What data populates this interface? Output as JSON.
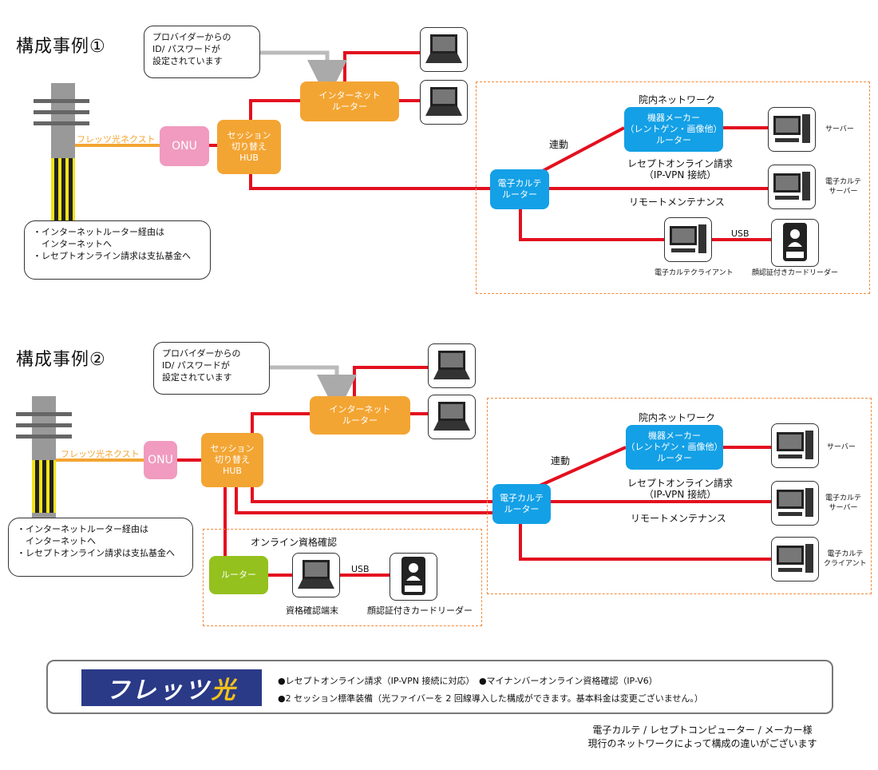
{
  "cases": [
    {
      "title": "構成事例①",
      "provider_note": [
        "プロバイダーからの",
        "ID/ パスワードが",
        "設定されています"
      ],
      "fiber_label": "フレッツ光ネクスト",
      "onu": "ONU",
      "hub": [
        "セッション",
        "切り替え",
        "HUB"
      ],
      "internet_router": [
        "インターネット",
        "ルーター"
      ],
      "in_hospital_network": "院内ネットワーク",
      "vendor_router": [
        "機器メーカー",
        "（レントゲン・画像他）",
        "ルーター"
      ],
      "emr_router": [
        "電子カルテ",
        "ルーター"
      ],
      "linked": "連動",
      "receipt": [
        "レセプトオンライン請求",
        "（IP-VPN 接続）"
      ],
      "remote": "リモートメンテナンス",
      "server": "サーバー",
      "emr_server": [
        "電子カルテ",
        "サーバー"
      ],
      "emr_client": "電子カルテクライアント",
      "usb": "USB",
      "card_reader": "顔認証付きカードリーダー",
      "note": [
        "・インターネットルーター経由は",
        "　インターネットへ",
        "・レセプトオンライン請求は支払基金へ"
      ]
    },
    {
      "title": "構成事例②",
      "provider_note": [
        "プロバイダーからの",
        "ID/ パスワードが",
        "設定されています"
      ],
      "fiber_label": "フレッツ光ネクスト",
      "onu": "ONU",
      "hub": [
        "セッション",
        "切り替え",
        "HUB"
      ],
      "internet_router": [
        "インターネット",
        "ルーター"
      ],
      "in_hospital_network": "院内ネットワーク",
      "vendor_router": [
        "機器メーカー",
        "（レントゲン・画像他）",
        "ルーター"
      ],
      "emr_router": [
        "電子カルテ",
        "ルーター"
      ],
      "linked": "連動",
      "receipt": [
        "レセプトオンライン請求",
        "（IP-VPN 接続）"
      ],
      "remote": "リモートメンテナンス",
      "server": "サーバー",
      "emr_server": [
        "電子カルテ",
        "サーバー"
      ],
      "emr_client": [
        "電子カルテ",
        "クライアント"
      ],
      "online_qualification": "オンライン資格確認",
      "router": "ルーター",
      "qualification_terminal": "資格確認端末",
      "usb": "USB",
      "card_reader": "顔認証付きカードリーダー",
      "note": [
        "・インターネットルーター経由は",
        "　インターネットへ",
        "・レセプトオンライン請求は支払基金へ"
      ]
    }
  ],
  "legend": {
    "logo_main": "フレッツ",
    "logo_hi": "光",
    "line1": "●レセプトオンライン請求（IP-VPN 接続に対応）　●マイナンバーオンライン資格確認（IP-V6）",
    "line2": "●2 セッション標準装備（光ファイバーを 2 回線導入した構成ができます。基本料金は変更ございません。）"
  },
  "footer": [
    "電子カルテ / レセプトコンピューター / メーカー様",
    "現行のネットワークによって構成の違いがございます"
  ],
  "colors": {
    "red": "#e3101f",
    "orange": "#f3a533",
    "blue": "#14a0e6",
    "pink": "#f09bbf",
    "green": "#94c11e",
    "gray": "#bbbbbb",
    "fiber": "#f3a533"
  }
}
